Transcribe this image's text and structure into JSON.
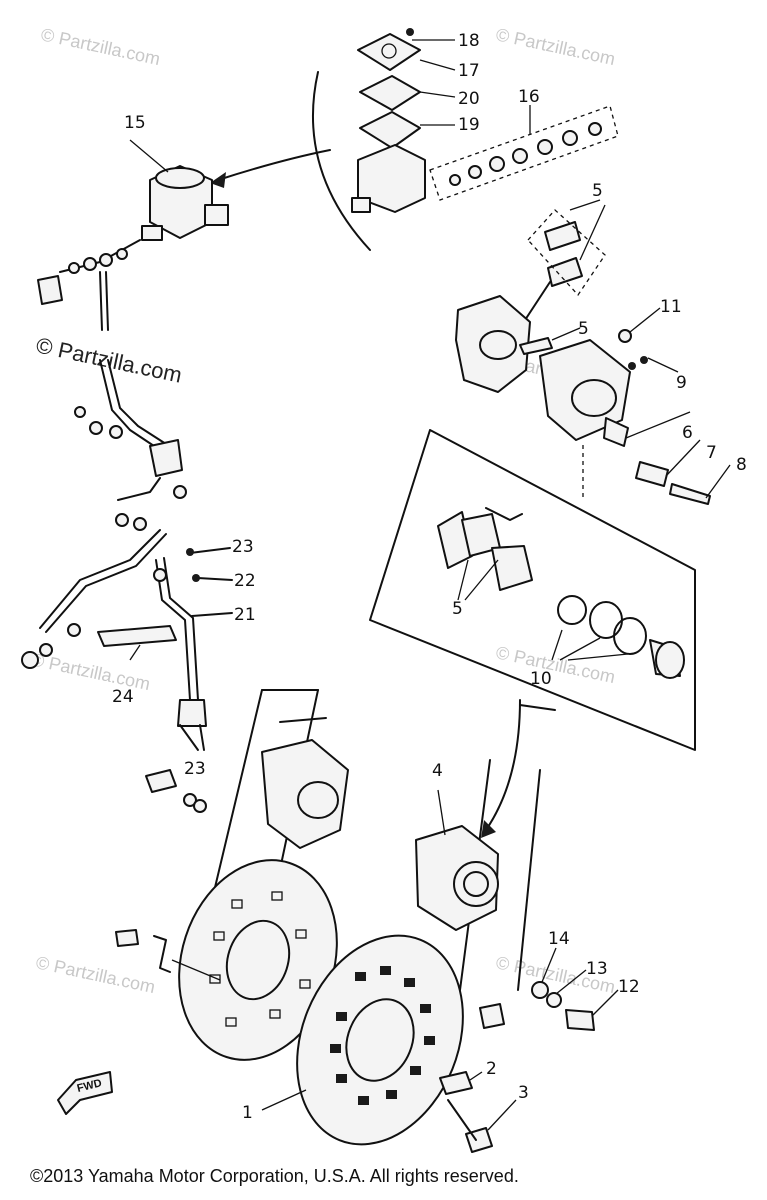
{
  "watermarks": {
    "top_left": "© Partzilla.com",
    "top_right": "© Partzilla.com",
    "left_mid": "© Partzilla.com",
    "right_mid_upper": "© Partzilla.com",
    "right_mid_lower": "© Partzilla.com",
    "lower_left": "© Partzilla.com",
    "lower_right": "© Partzilla.com",
    "bottom_left": "© Partzilla.com"
  },
  "callouts": {
    "c1": "1",
    "c2": "2",
    "c3": "3",
    "c4": "4",
    "c5a": "5",
    "c5b": "5",
    "c5c": "5",
    "c6": "6",
    "c7": "7",
    "c8": "8",
    "c9": "9",
    "c10": "10",
    "c11": "11",
    "c12": "12",
    "c13": "13",
    "c14": "14",
    "c15": "15",
    "c16": "16",
    "c17": "17",
    "c18": "18",
    "c19": "19",
    "c20": "20",
    "c21": "21",
    "c22": "22",
    "c23a": "23",
    "c23b": "23",
    "c24": "24"
  },
  "fwd_label": "FWD",
  "copyright": "©2013  Yamaha Motor Corporation, U.S.A. All rights reserved."
}
